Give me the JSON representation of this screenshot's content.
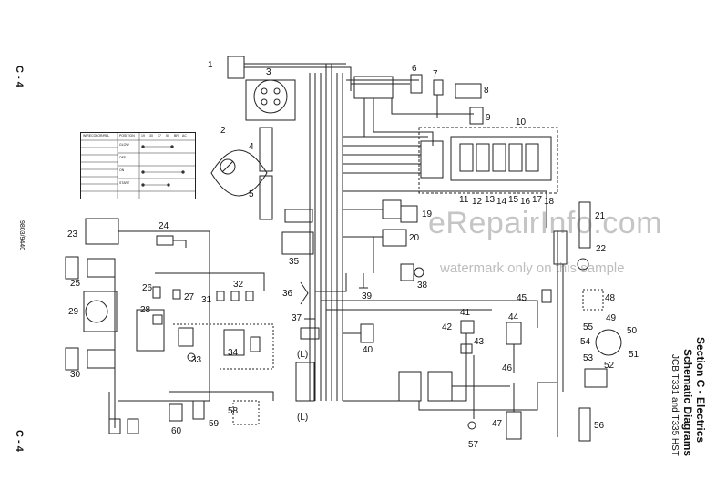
{
  "page": {
    "page_ref_top": "C - 4",
    "page_ref_bottom": "C - 4",
    "doc_number": "9803/9440",
    "section_title": "Section C - Electrics",
    "diagram_title": "Schematic Diagrams",
    "models": "JCB T331 and T335 HST"
  },
  "watermark": {
    "line1": "eRepairInfo.com",
    "line2": "watermark only on this sample"
  },
  "switch_table": {
    "header_left": "WIRECOLOR/REL",
    "header_right": [
      "POSITION",
      "19",
      "30",
      "17",
      "50",
      "BR",
      "AC"
    ],
    "rows": [
      "GLOW",
      "OFF",
      "ON",
      "START"
    ]
  },
  "callouts": [
    "1",
    "2",
    "3",
    "4",
    "5",
    "6",
    "7",
    "8",
    "9",
    "10",
    "11",
    "12",
    "13",
    "14",
    "15",
    "16",
    "17",
    "18",
    "19",
    "20",
    "21",
    "22",
    "23",
    "24",
    "25",
    "26",
    "27",
    "28",
    "29",
    "30",
    "31",
    "32",
    "33",
    "34",
    "35",
    "36",
    "37",
    "38",
    "39",
    "40",
    "41",
    "42",
    "43",
    "44",
    "45",
    "46",
    "47",
    "48",
    "49",
    "50",
    "51",
    "52",
    "53",
    "54",
    "55",
    "56",
    "57",
    "58",
    "59",
    "60"
  ],
  "ground_labels": [
    "(L)",
    "(L)"
  ]
}
